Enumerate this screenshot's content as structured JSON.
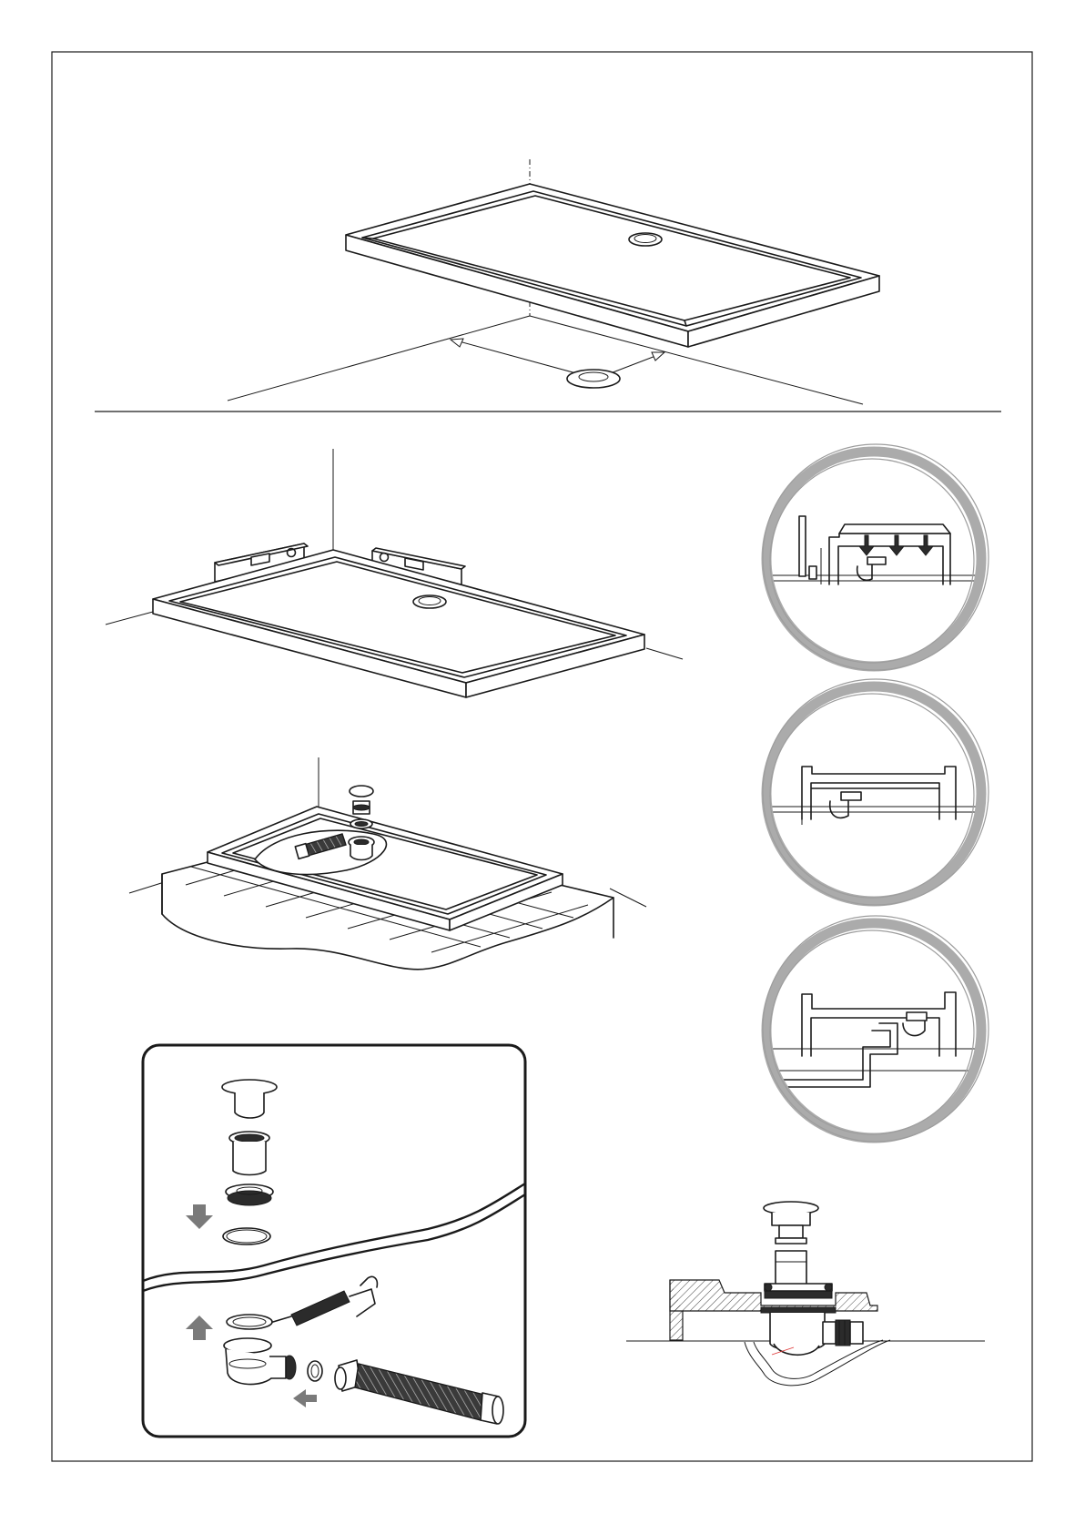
{
  "figure": {
    "panels": [
      {
        "id": "panel-tray-positioning",
        "desc_icon": "shower-tray-level-icon"
      },
      {
        "id": "panel-tray-on-batten",
        "desc_icon": "wall-batten-icon"
      },
      {
        "id": "panel-tray-waste-install",
        "desc_icon": "waste-fitting-icon"
      },
      {
        "id": "panel-detail-1",
        "desc_icon": "cross-section-icon"
      },
      {
        "id": "panel-detail-2",
        "desc_icon": "cross-section-icon"
      },
      {
        "id": "panel-detail-3",
        "desc_icon": "cross-section-icon"
      },
      {
        "id": "panel-waste-exploded",
        "desc_icon": "exploded-waste-icon"
      },
      {
        "id": "panel-waste-section",
        "desc_icon": "waste-section-icon"
      }
    ],
    "colors": {
      "line": "#1a1a1a",
      "detail_ring": "#ababab",
      "arrow": "#7a7a7a",
      "paper": "#ffffff"
    }
  }
}
